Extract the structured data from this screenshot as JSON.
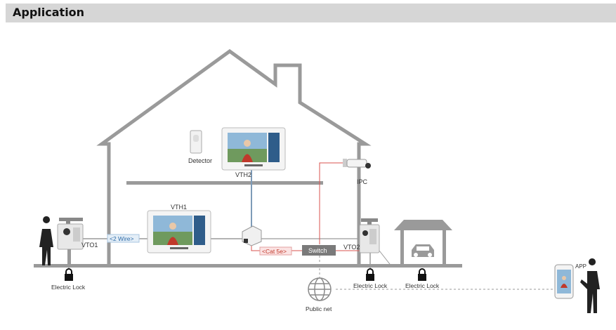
{
  "header": {
    "title": "Application"
  },
  "labels": {
    "detector": "Detector",
    "vth2": "VTH2",
    "ipc": "IPC",
    "vth1": "VTH1",
    "vto1": "VTO1",
    "vto2": "VTO2",
    "two_wire": "<2 Wire>",
    "cat5e": "<Cat 5e>",
    "switch": "Switch",
    "electric_lock_1": "Electric Lock",
    "electric_lock_2": "Electric Lock",
    "electric_lock_3": "Electric Lock",
    "public_net": "Public net",
    "app": "APP"
  },
  "colors": {
    "wall": "#9a9a9a",
    "red_wire": "#d9534f",
    "tag_blue_bg": "#e4eef7",
    "tag_blue_text": "#2b6aa8",
    "tag_red_bg": "#fbe3e3",
    "tag_red_text": "#c0392b",
    "switch_body": "#7a7a7a"
  },
  "icons": [
    "padlock-icon",
    "globe-icon",
    "car-icon",
    "person-icon",
    "smartphone-icon",
    "camera-icon",
    "detector-icon"
  ]
}
